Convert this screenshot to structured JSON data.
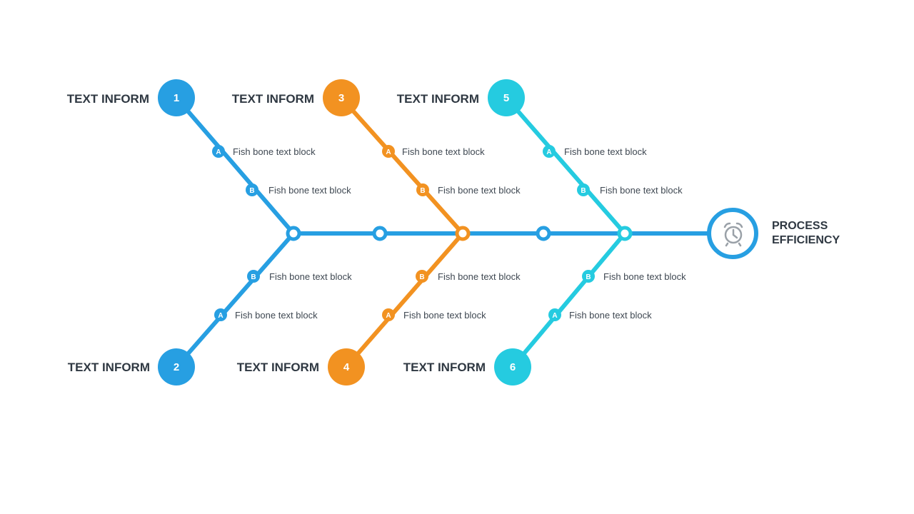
{
  "colors": {
    "blue": "#279fe2",
    "orange": "#f29221",
    "cyan": "#25cbe0",
    "text": "#2f3842",
    "icon": "#9aa1a8"
  },
  "bones": [
    {
      "number": "1",
      "label": "TEXT INFORM",
      "color": "blue",
      "items": [
        {
          "letter": "A",
          "text": "Fish bone text block"
        },
        {
          "letter": "B",
          "text": "Fish bone text block"
        }
      ]
    },
    {
      "number": "2",
      "label": "TEXT INFORM",
      "color": "blue",
      "items": [
        {
          "letter": "B",
          "text": "Fish bone text block"
        },
        {
          "letter": "A",
          "text": "Fish bone text block"
        }
      ]
    },
    {
      "number": "3",
      "label": "TEXT INFORM",
      "color": "orange",
      "items": [
        {
          "letter": "A",
          "text": "Fish bone text block"
        },
        {
          "letter": "B",
          "text": "Fish bone text block"
        }
      ]
    },
    {
      "number": "4",
      "label": "TEXT INFORM",
      "color": "orange",
      "items": [
        {
          "letter": "B",
          "text": "Fish bone text block"
        },
        {
          "letter": "A",
          "text": "Fish bone text block"
        }
      ]
    },
    {
      "number": "5",
      "label": "TEXT INFORM",
      "color": "cyan",
      "items": [
        {
          "letter": "A",
          "text": "Fish bone text block"
        },
        {
          "letter": "B",
          "text": "Fish bone text block"
        }
      ]
    },
    {
      "number": "6",
      "label": "TEXT INFORM",
      "color": "cyan",
      "items": [
        {
          "letter": "B",
          "text": "Fish bone text block"
        },
        {
          "letter": "A",
          "text": "Fish bone text block"
        }
      ]
    }
  ],
  "goal": {
    "line1": "PROCESS",
    "line2": "EFFICIENCY",
    "icon": "alarm-clock-icon"
  }
}
